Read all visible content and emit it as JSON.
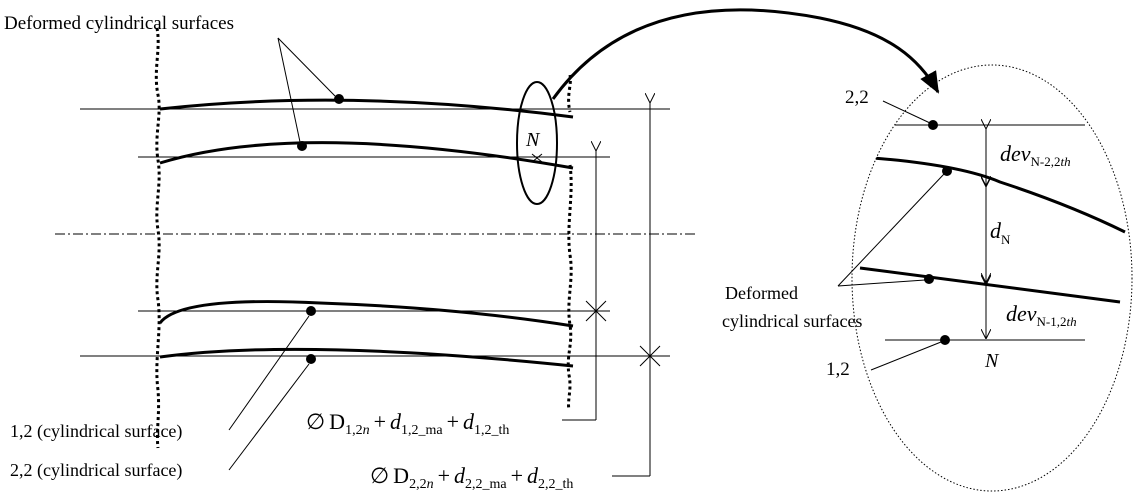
{
  "labels": {
    "deformed_top": "Deformed cylindrical surfaces",
    "n_marker": "N",
    "surface_12": "1,2 (cylindrical surface)",
    "surface_22": "2,2 (cylindrical surface)",
    "diam1": {
      "sym": "∅",
      "D": "D",
      "D_sub": "1,2",
      "D_sub_it": "n",
      "plus": "+",
      "d": "d",
      "d1_sub": "1,2_ma",
      "d2_sub": "1,2_th"
    },
    "diam2": {
      "sym": "∅",
      "D": "D",
      "D_sub": "2,2",
      "D_sub_it": "n",
      "plus": "+",
      "d": "d",
      "d1_sub": "2,2_ma",
      "d2_sub": "2,2_th"
    }
  },
  "detail": {
    "label_22": "2,2",
    "label_12": "1,2",
    "n_marker": "N",
    "deformed_line1": "Deformed",
    "deformed_line2": "cylindrical surfaces",
    "dev_top": {
      "main": "dev",
      "sub": "N-2,2",
      "sub_it": "th"
    },
    "d_n": {
      "main": "d",
      "sub": "N"
    },
    "dev_bot": {
      "main": "dev",
      "sub": "N-1,2",
      "sub_it": "th"
    }
  }
}
